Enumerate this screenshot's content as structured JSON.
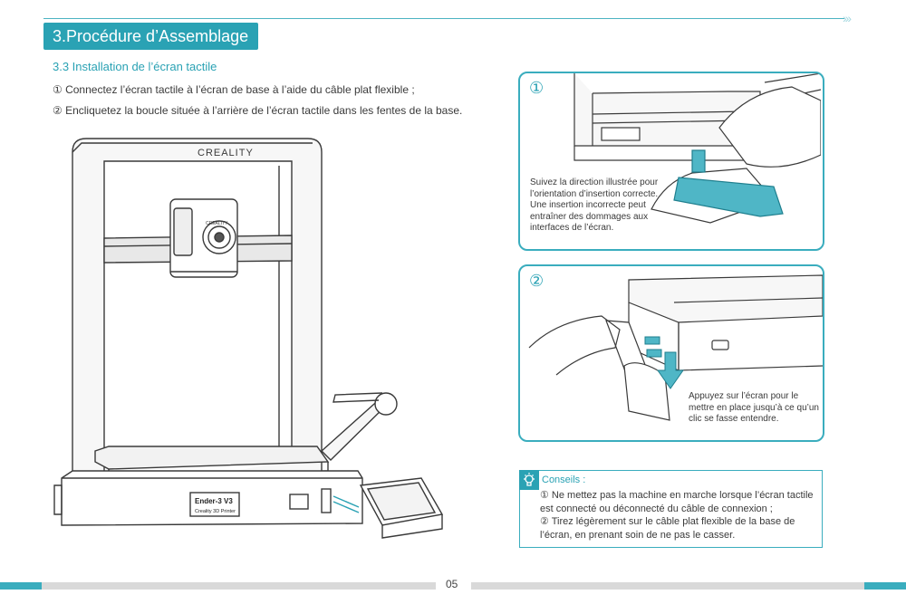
{
  "header": {
    "title": "3.Procédure d’Assemblage",
    "chevrons": "›››"
  },
  "section": {
    "title": "3.3 Installation de l’écran tactile",
    "steps": [
      "① Connectez l’écran tactile à l’écran de base à l’aide du câble plat flexible ;",
      "② Encliquetez la boucle située à l’arrière de l’écran tactile dans les fentes de la base."
    ]
  },
  "printer": {
    "brand": "CREALITY",
    "model": "Ender-3 V3",
    "model_sub": "Creality 3D Printer",
    "head_brand": "CREALITY"
  },
  "callouts": [
    {
      "num": "①",
      "text": "Suivez la direction illustrée pour l’orientation d’insertion correcte. Une insertion incorrecte peut entraîner des dommages aux interfaces de l’écran."
    },
    {
      "num": "②",
      "text": "Appuyez sur l’écran pour le mettre en place jusqu’à ce qu’un clic se fasse entendre."
    }
  ],
  "tips": {
    "title": "Conseils :",
    "lines": [
      "① Ne mettez pas la machine en marche lorsque l’écran tactile est connecté ou déconnecté du câble de connexion ;",
      "② Tirez légèrement sur le câble plat flexible de la base de l’écran, en prenant soin de ne pas le casser."
    ],
    "icon": "lightbulb-icon"
  },
  "footer": {
    "page": "05"
  },
  "colors": {
    "accent": "#2aa2b4",
    "footer_gray": "#d9d9d9"
  }
}
